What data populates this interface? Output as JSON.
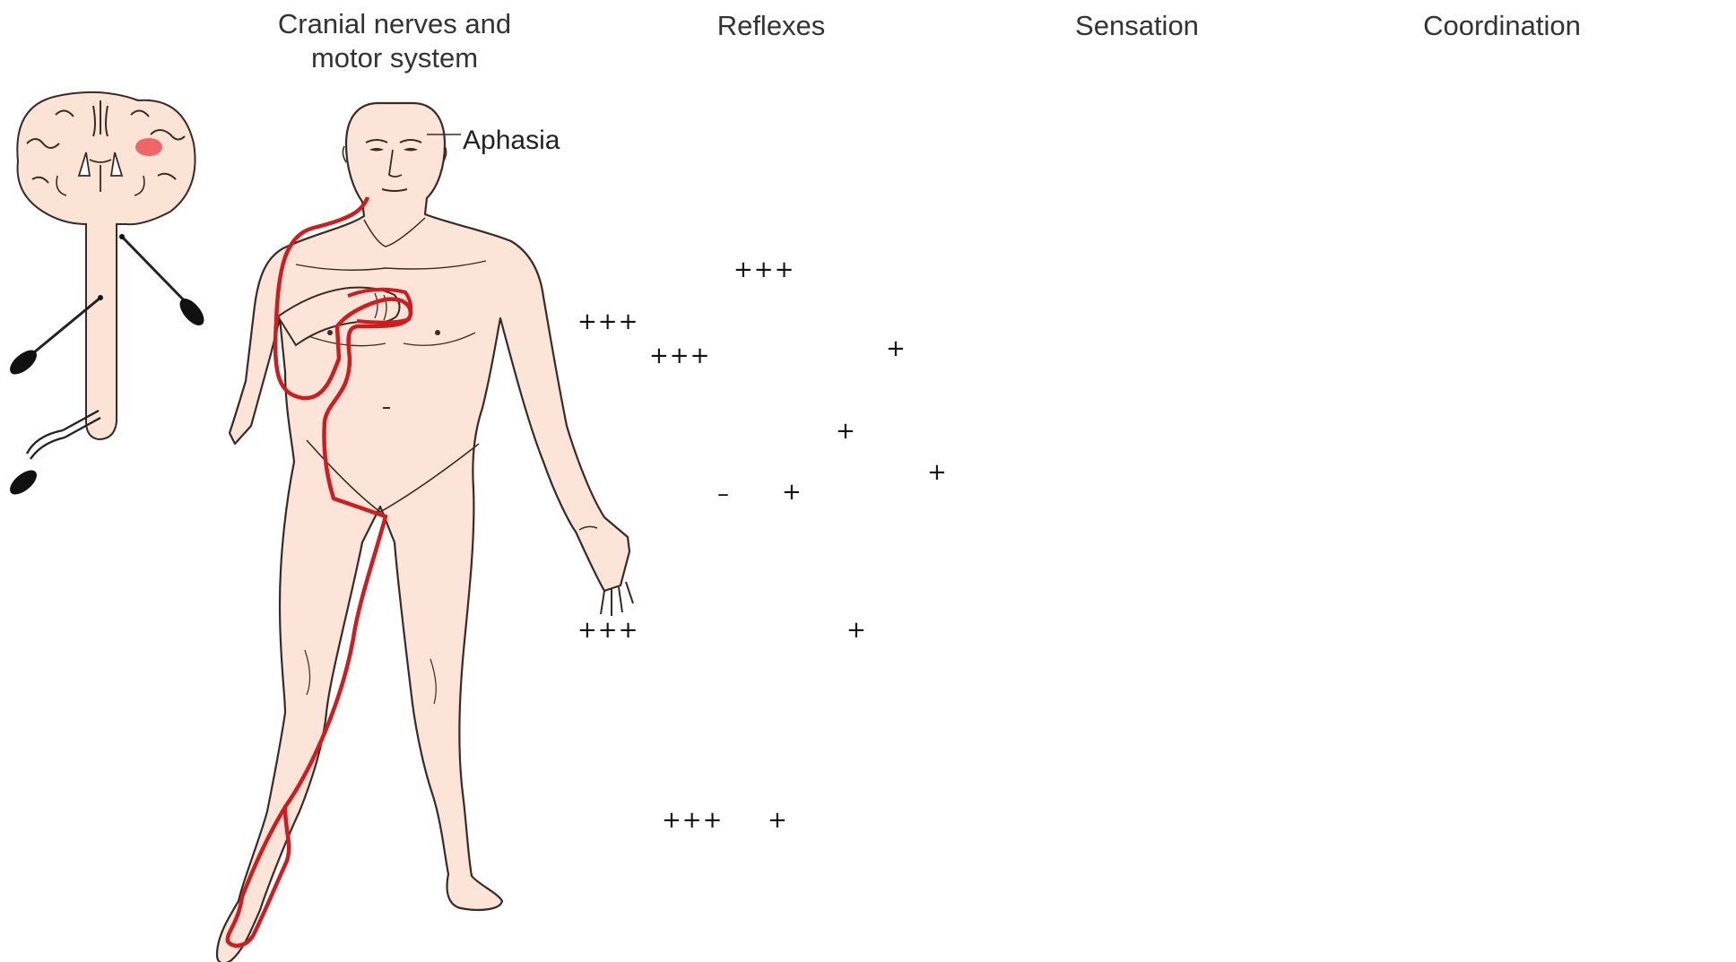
{
  "titles": {
    "cranial": "Cranial nerves and\nmotor system",
    "reflexes": "Reflexes",
    "sensation": "Sensation",
    "coordination": "Coordination"
  },
  "labels": {
    "aphasia": "Aphasia"
  },
  "reflex_marks": {
    "biceps_left": "+++",
    "biceps_right": "+",
    "triceps_left": "+++",
    "abdominal_upper": "+++",
    "abdominal_left": "–",
    "abdominal_right": "+",
    "brachioradialis_right": "+",
    "wrist_right": "+",
    "knee_left": "+++",
    "knee_right": "+",
    "ankle_left": "+++",
    "ankle_right": "+"
  },
  "colors": {
    "skin": "#fde4d8",
    "outline": "#3a2a25",
    "motor_red": "#d01c1f",
    "sensory_purple": "#c9a0c9",
    "arrow_blue": "#1d8fd1",
    "brain_fill": "#fbe3d6",
    "lesion": "#f06565"
  }
}
